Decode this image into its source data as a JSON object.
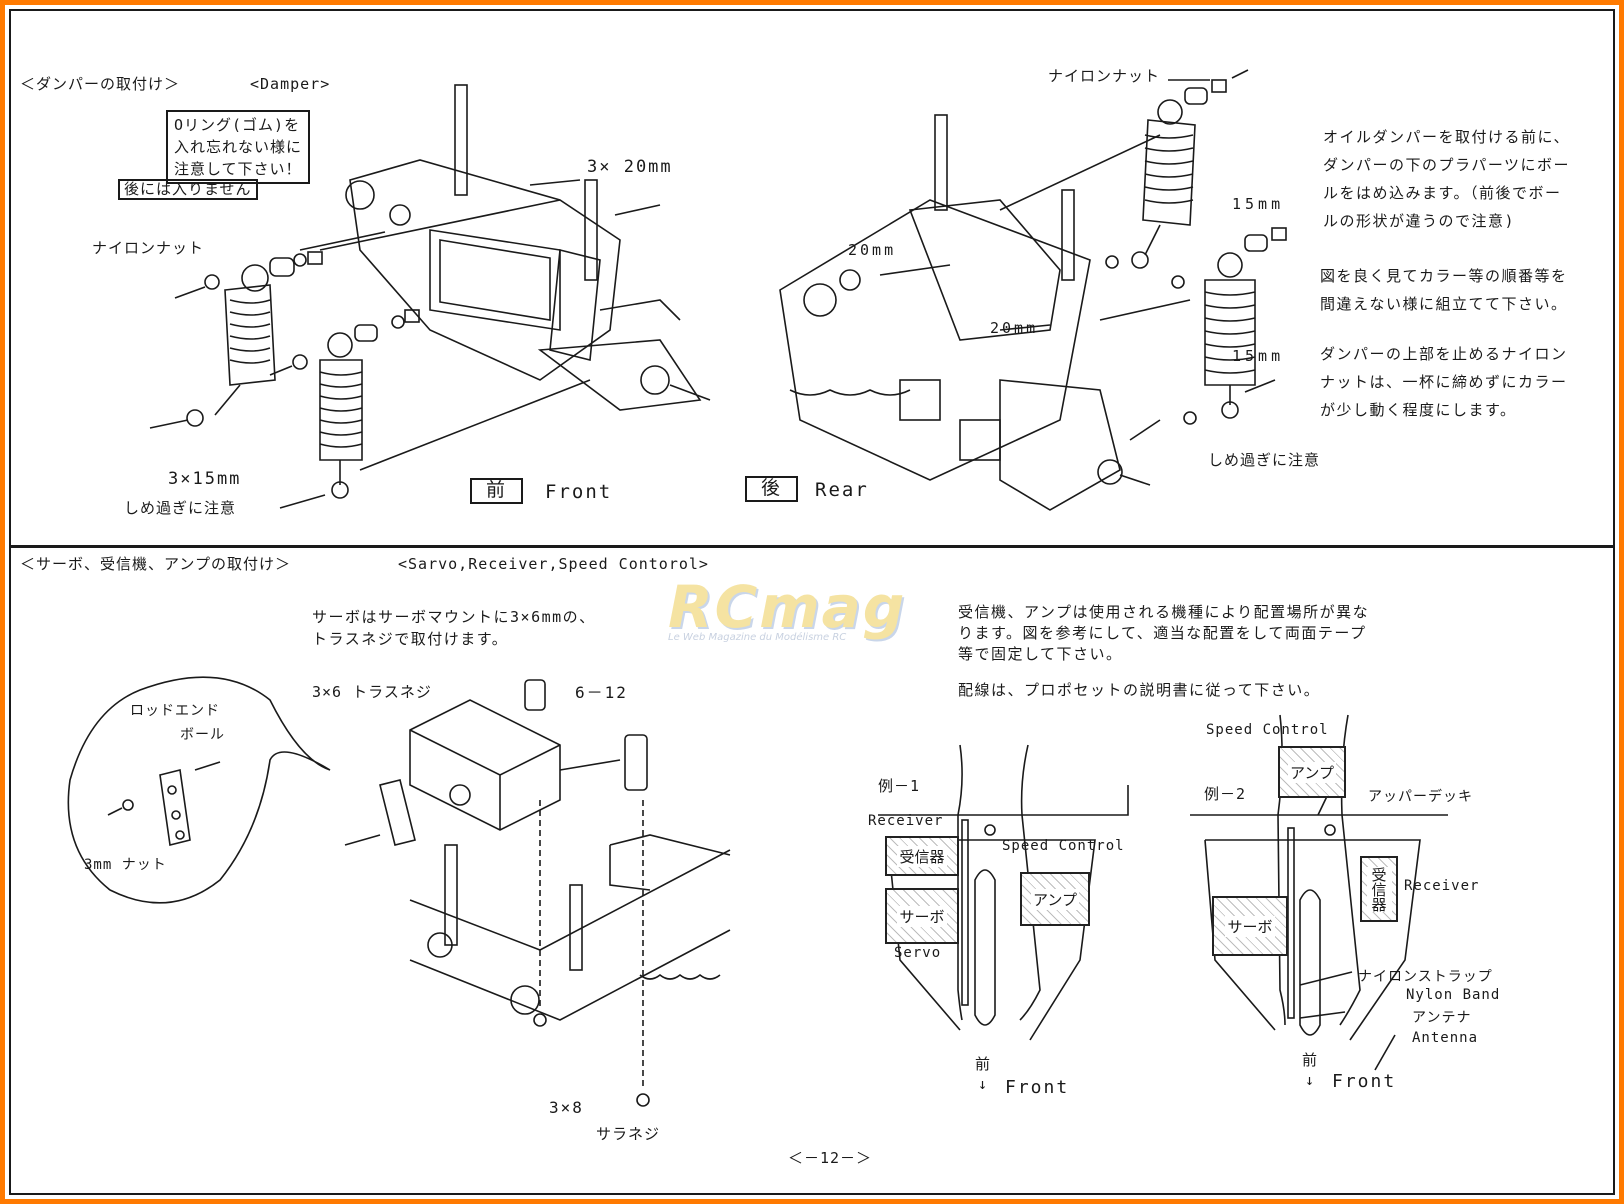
{
  "top": {
    "heading_jp": "＜ダンパーの取付け＞",
    "heading_en": "<Damper>",
    "warn_oring": [
      "Oリング(ゴム)を",
      "入れ忘れない様に",
      "注意して下さい！"
    ],
    "warn_rear": "後には入りません",
    "nylon_nut_left": "ナイロンナット",
    "screw_3x20": "3× 20mm",
    "screw_3x15": "3×15mm",
    "overtighten_left": "しめ過ぎに注意",
    "front_kanji": "前",
    "front_label": "Front",
    "rear_kanji": "後",
    "rear_label": "Rear",
    "nylon_nut_right": "ナイロンナット",
    "mm15_a": "15mm",
    "mm20_a": "20mm",
    "mm20_b": "20mm",
    "mm15_b": "15mm",
    "overtighten_right": "しめ過ぎに注意",
    "para1": [
      "オイルダンパーを取付ける前に、",
      "ダンパーの下のプラパーツにボー",
      "ルをはめ込みます。（前後でボー",
      "ルの形状が違うので注意)"
    ],
    "para2": [
      "図を良く見てカラー等の順番等を",
      "間違えない様に組立てて下さい。"
    ],
    "para3": [
      "ダンパーの上部を止めるナイロン",
      "ナットは、一杯に締めずにカラー",
      "が少し動く程度にします。"
    ]
  },
  "bottom": {
    "heading_jp": "＜サーボ、受信機、アンプの取付け＞",
    "heading_en": "<Sarvo,Receiver,Speed Contorol>",
    "servo_note": [
      "サーボはサーボマウントに3×6mmの、",
      "トラスネジで取付けます。"
    ],
    "rod_end": [
      "ロッドエンド",
      "ボール"
    ],
    "nut_3mm": "3mm ナット",
    "truss_screw": "3×6 トラスネジ",
    "six_twelve": "6－12",
    "screw_3x8": "3×8",
    "flat_screw": "サラネジ",
    "receiver_note": [
      "受信機、アンプは使用される機種により配置場所が異な",
      "ります。図を参考にして、適当な配置をして両面テープ",
      "等で固定して下さい。"
    ],
    "wiring_note": "配線は、プロポセットの説明書に従って下さい。",
    "ex1": {
      "title": "例－1",
      "receiver_en": "Receiver",
      "receiver_jp": "受信器",
      "speed_control": "Speed Control",
      "amp_jp": "アンプ",
      "servo_jp": "サーボ",
      "servo_en": "Servo",
      "front_kanji": "前",
      "front_label": "Front"
    },
    "ex2": {
      "title": "例－2",
      "speed_control": "Speed Control",
      "amp_jp": "アンプ",
      "upper_deck": "アッパーデッキ",
      "receiver_jp": "受信器",
      "receiver_en": "Receiver",
      "servo_jp": "サーボ",
      "nylon_strap": "ナイロンストラップ",
      "nylon_band": "Nylon Band",
      "antenna_jp": "アンテナ",
      "antenna_en": "Antenna",
      "front_kanji": "前",
      "front_label": "Front"
    }
  },
  "logo": {
    "text": "RCmag",
    "tagline": "Le Web Magazine du Modélisme RC"
  },
  "page_number": "＜－12－＞"
}
